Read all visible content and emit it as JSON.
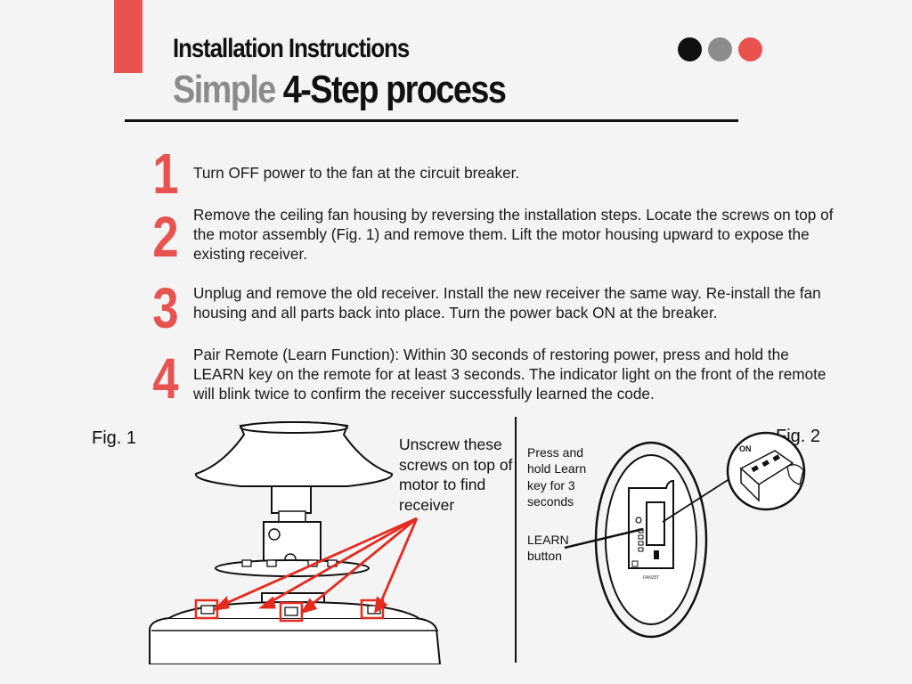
{
  "header": {
    "title_line1": "Installation Instructions",
    "title_line2_grey": "Simple",
    "title_line2_black": "4-Step process"
  },
  "colors": {
    "accent": "#e8524f",
    "dark": "#111111",
    "grey": "#8b8b8b"
  },
  "steps": [
    {
      "number": "1",
      "text": "Turn OFF power to the fan at the circuit breaker."
    },
    {
      "number": "2",
      "text": "Remove the ceiling fan housing by reversing the installation steps. Locate the screws on top of the motor assembly (Fig. 1) and remove them. Lift the motor housing upward to expose the existing receiver."
    },
    {
      "number": "3",
      "text": "Unplug and remove the old receiver. Install the new receiver the same way. Re-install the fan housing and all parts back into place. Turn the power back ON at the breaker."
    },
    {
      "number": "4",
      "text": "Pair Remote (Learn Function): Within 30 seconds of restoring power, press and hold the LEARN key on the remote for at least 3 seconds. The indicator light on the front of the remote will blink twice to confirm the receiver successfully learned the code."
    }
  ],
  "fig1": {
    "label": "Fig. 1",
    "caption": "Unscrew these screws on top of motor to find receiver"
  },
  "fig2": {
    "label": "Fig. 2",
    "caption_press": "Press and hold Learn key for 3 seconds",
    "caption_learn": "LEARN button",
    "remote_model": "FAN35T",
    "switch_on_label": "ON"
  }
}
